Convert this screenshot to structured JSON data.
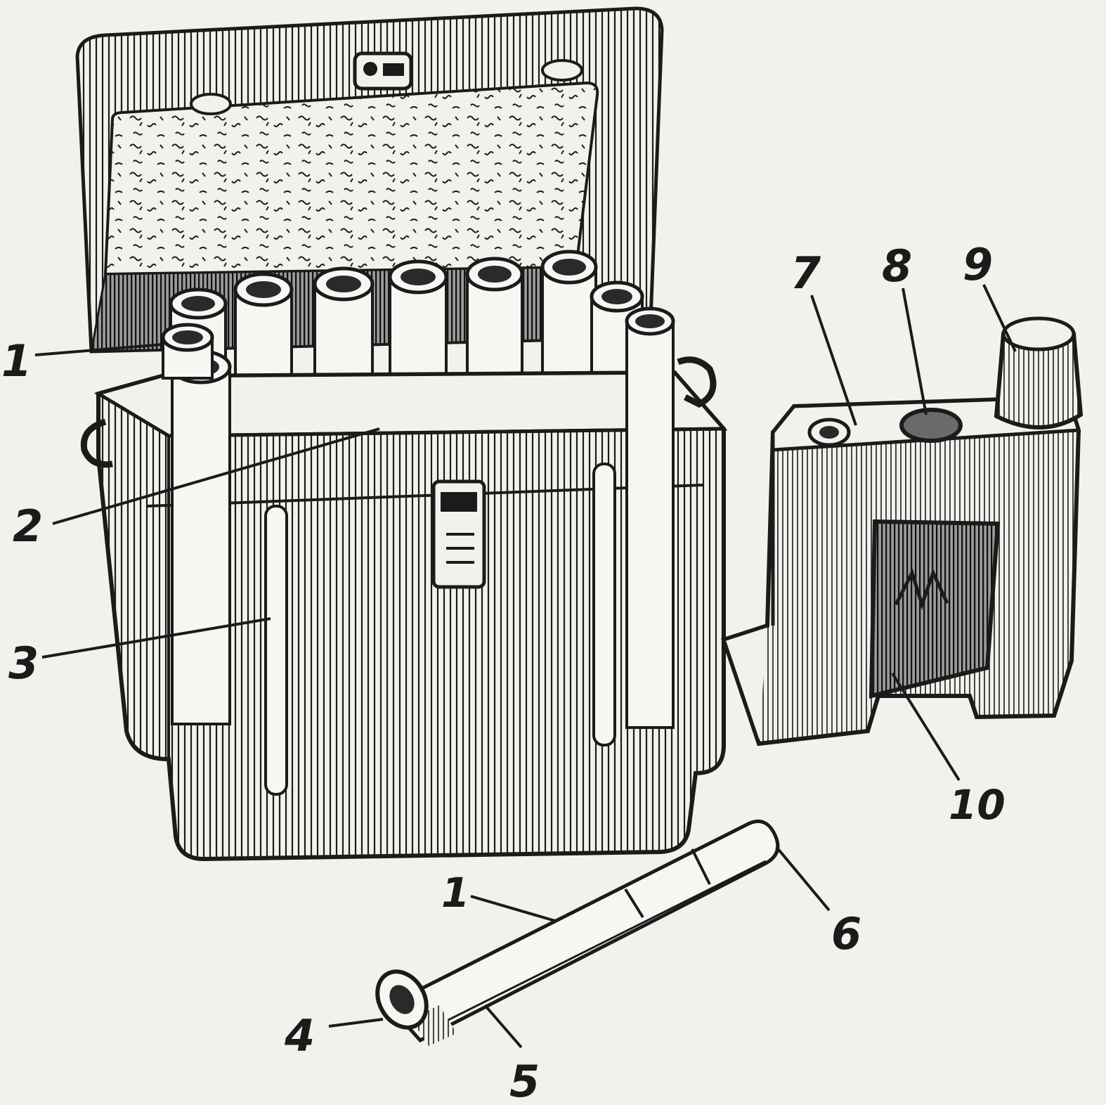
{
  "colors": {
    "ink": "#1b1b1b",
    "paper": "#f3f1ec",
    "tube": "#f7f6f2",
    "shade": "#3a3a3a"
  },
  "labels": {
    "l1_left": "1",
    "l2": "2",
    "l3": "3",
    "l4": "4",
    "l5": "5",
    "l6": "6",
    "l1_bottom": "1",
    "l7": "7",
    "l8": "8",
    "l9": "9",
    "l10": "10"
  }
}
